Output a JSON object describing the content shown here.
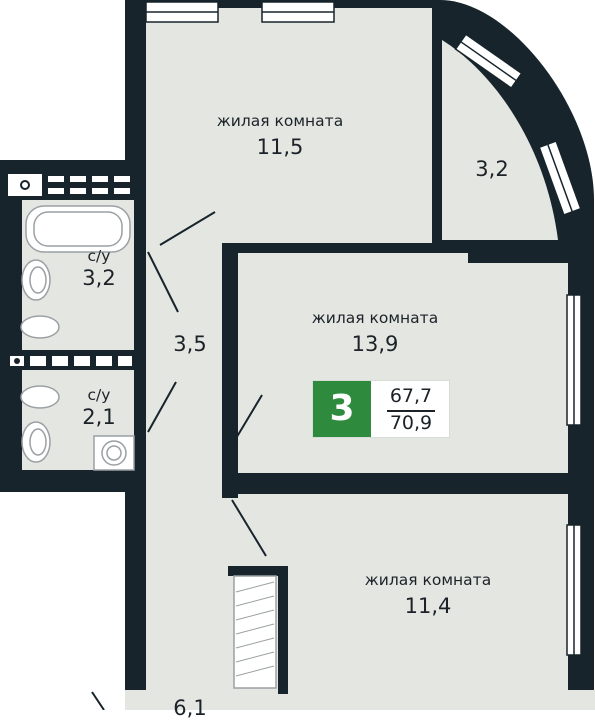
{
  "rooms": {
    "living_1": {
      "name": "жилая комната",
      "area": "11,5"
    },
    "balcony": {
      "area": "3,2"
    },
    "bath_1": {
      "name": "с/у",
      "area": "3,2"
    },
    "hall": {
      "area": "3,5"
    },
    "living_2": {
      "name": "жилая комната",
      "area": "13,9"
    },
    "bath_2": {
      "name": "с/у",
      "area": "2,1"
    },
    "living_3": {
      "name": "жилая комната",
      "area": "11,4"
    },
    "kitchen": {
      "area": "6,1"
    }
  },
  "badge": {
    "rooms": "3",
    "living_area": "67,7",
    "total_area": "70,9"
  },
  "colors": {
    "wall": "#17242b",
    "floor": "#e4e6e2",
    "badge_green": "#2e8b3e",
    "window": "#ffffff"
  }
}
